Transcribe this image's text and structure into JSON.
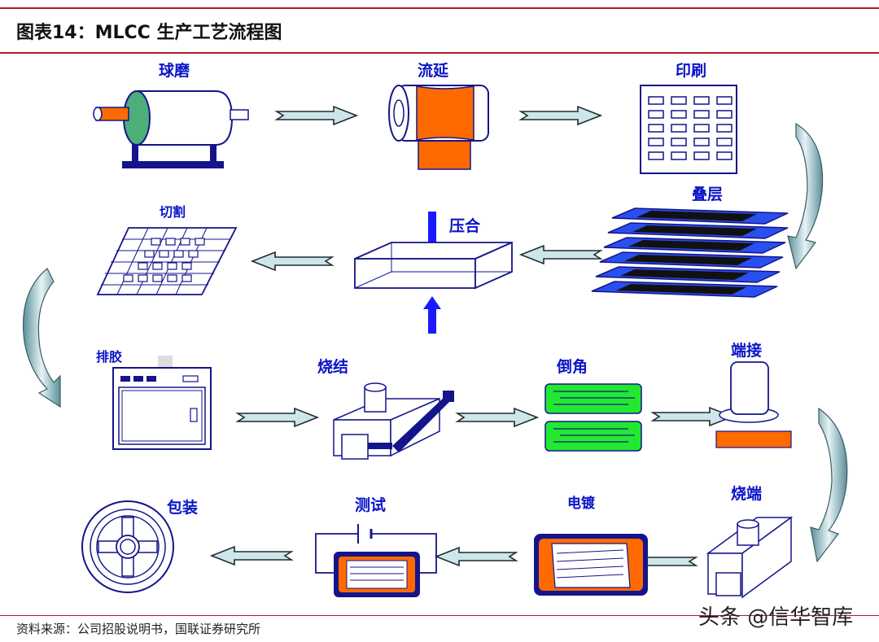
{
  "title": "图表14：MLCC 生产工艺流程图",
  "source": "资料来源：公司招股说明书，国联证券研究所",
  "watermark": "头条 @信华智库",
  "steps": {
    "ball_mill": "球磨",
    "casting": "流延",
    "printing": "印刷",
    "stacking": "叠层",
    "pressing": "压合",
    "cutting": "切割",
    "binder_removal": "排胶",
    "sintering": "烧结",
    "chamfering": "倒角",
    "termination": "端接",
    "firing_termination": "烧端",
    "plating": "电镀",
    "testing": "测试",
    "packaging": "包装"
  },
  "colors": {
    "label": "#0a14c8",
    "rule": "#b01d2a",
    "orange": "#ff6a00",
    "green": "#22e830",
    "navy": "#14148c",
    "arrow_fill": "#cde6ea"
  }
}
